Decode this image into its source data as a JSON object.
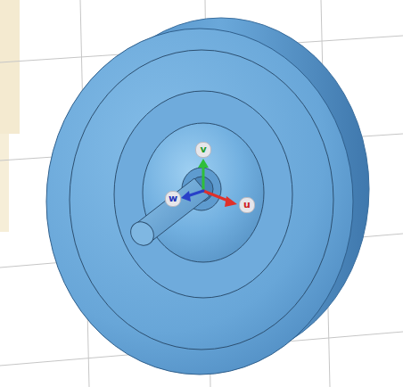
{
  "diagram": {
    "labels": [
      "v",
      "u",
      "w"
    ]
  }
}
